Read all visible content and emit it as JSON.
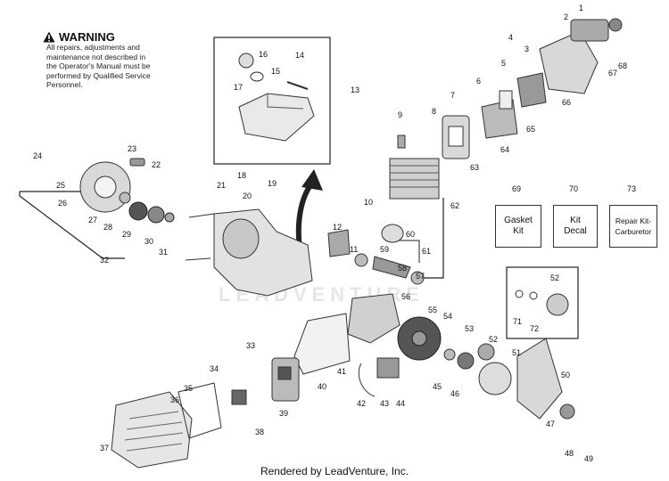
{
  "warning": {
    "title": "WARNING",
    "lines": [
      "All repairs, adjustments and",
      "maintenance not described in",
      "the Operator's Manual must be",
      "performed by Qualified Service",
      "Personnel."
    ]
  },
  "watermark": "LEADVENTURE",
  "footer": "Rendered by LeadVenture, Inc.",
  "kits": {
    "gasket": {
      "number": "69",
      "line1": "Gasket",
      "line2": "Kit"
    },
    "decal": {
      "number": "70",
      "line1": "Kit",
      "line2": "Decal"
    },
    "carb": {
      "number": "73",
      "line1": "Repair Kit-",
      "line2": "Carburetor"
    }
  },
  "callouts": [
    "1",
    "2",
    "3",
    "4",
    "5",
    "6",
    "7",
    "8",
    "9",
    "10",
    "11",
    "12",
    "13",
    "14",
    "15",
    "16",
    "17",
    "18",
    "19",
    "20",
    "21",
    "22",
    "23",
    "24",
    "25",
    "26",
    "27",
    "28",
    "29",
    "30",
    "31",
    "32",
    "33",
    "34",
    "35",
    "36",
    "37",
    "38",
    "39",
    "40",
    "41",
    "42",
    "43",
    "44",
    "45",
    "46",
    "47",
    "48",
    "49",
    "50",
    "51",
    "52",
    "53",
    "54",
    "55",
    "56",
    "57",
    "58",
    "59",
    "60",
    "61",
    "62",
    "63",
    "64",
    "65",
    "66",
    "67",
    "68",
    "71",
    "72",
    "52"
  ]
}
